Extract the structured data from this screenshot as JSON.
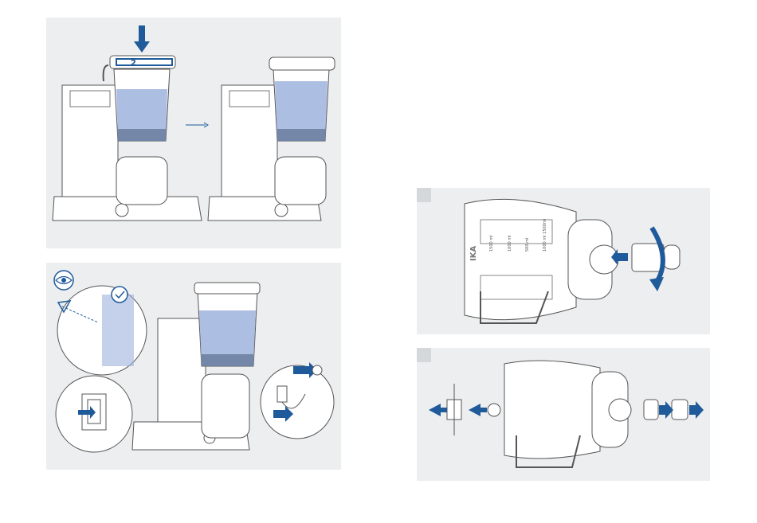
{
  "colors": {
    "panel_bg": "#eceef0",
    "liquid": "#9fb3de",
    "arrow_blue": "#1f5a9a",
    "outline": "#555555",
    "body_fill": "#ffffff",
    "check_green_blue": "#2b5c9b"
  },
  "icons": {
    "press_down": "arrow-down-icon",
    "rotate": "rotate-arrow-icon",
    "inspect": "eye-icon",
    "confirm": "check-circle-icon",
    "plug": "power-plug-icon",
    "switch": "power-switch-icon"
  },
  "texts": {
    "lid_step_number": "2",
    "jar_brand": "IKA",
    "scale_1": "1500 ml",
    "scale_2": "1000 ml",
    "scale_3": "500 ml",
    "scale_4": "1000 ml 1500ml"
  }
}
